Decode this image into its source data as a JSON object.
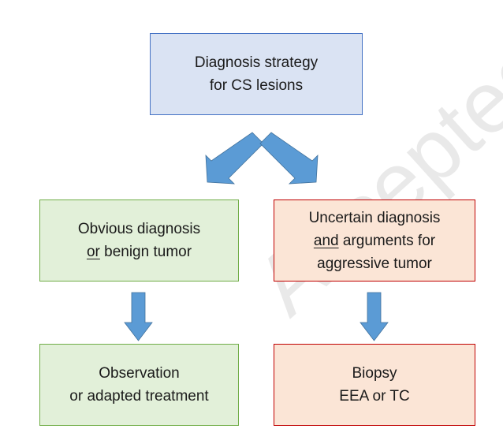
{
  "colors": {
    "blue_fill": "#dae3f3",
    "blue_border": "#4472c4",
    "green_fill": "#e2f0d9",
    "green_border": "#70ad47",
    "red_fill": "#fbe5d6",
    "red_border": "#c00000",
    "arrow_fill": "#5b9bd5"
  },
  "top_box": {
    "line1": "Diagnosis strategy",
    "line2": "for CS lesions"
  },
  "left_box_1": {
    "line1": "Obvious diagnosis",
    "line2_u": "or",
    "line2_rest": " benign tumor"
  },
  "right_box_1": {
    "line1": "Uncertain diagnosis",
    "line2_u": "and",
    "line2_rest": " arguments for",
    "line3": "aggressive tumor"
  },
  "left_box_2": {
    "line1": "Observation",
    "line2": "or adapted treatment"
  },
  "right_box_2": {
    "line1": "Biopsy",
    "line2": "EEA or TC"
  },
  "watermark": "Accepted manuscript"
}
